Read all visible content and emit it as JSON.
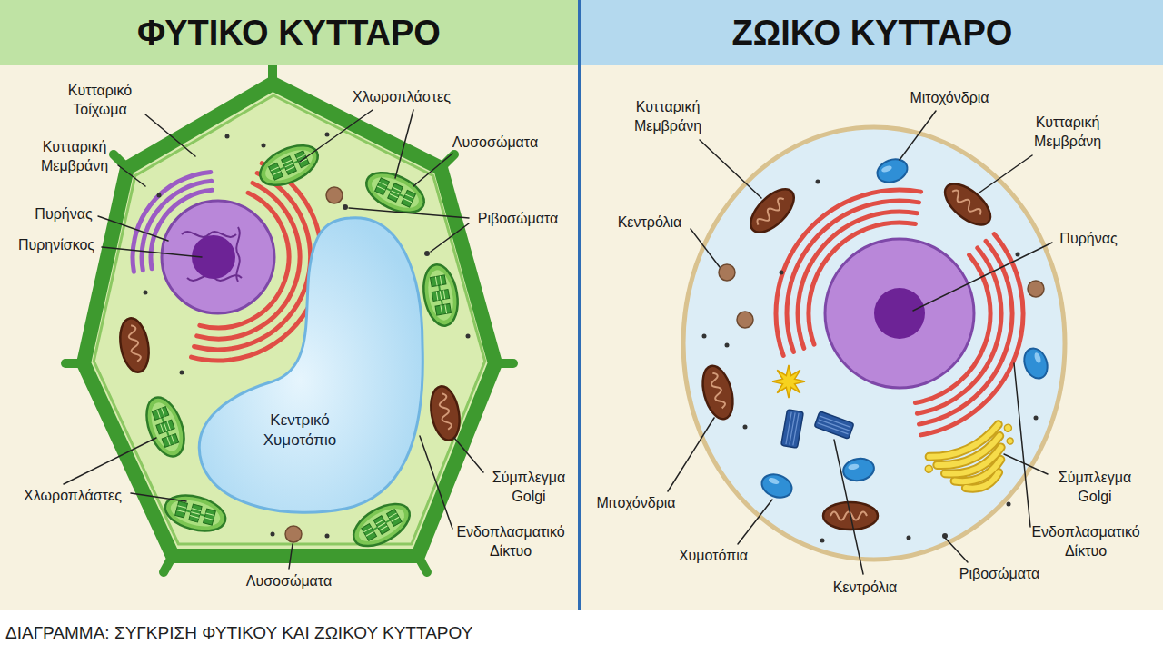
{
  "diagram": {
    "caption": "ΔΙΑΓΡΑΜΜΑ: ΣΥΓΚΡΙΣΗ ΦΥΤΙΚΟΥ ΚΑΙ ΖΩΙΚΟΥ ΚΥΤΤΑΡΟΥ",
    "nodes": [
      {
        "text": [
          "ΦΥΤΙΚΟ ΚΥΤΤΑΡΟ"
        ]
      },
      {
        "text": [
          "ΖΩΙΚΟ ΚΥΤΤΑΡΟ"
        ]
      },
      {
        "text": [
          "Κεντρικό Χυμοτόπιο"
        ]
      }
    ],
    "labels": [
      "Κυτταρικό Τοίχωμα",
      "Κυτταρική Μεμβράνη",
      "Πυρήνας",
      "Πυρηνίσκος",
      "Χλωροπλάστες",
      "Λυσοσώματα",
      "Ριβοσώματα",
      "Χλωροπλάστες",
      "Σύμπλεγμα Golgi",
      "Ενδοπλασματικό Δίκτυο",
      "Λυσοσώματα",
      "Κυτταρική Μεμβράνη",
      "Μιτοχόνδρια",
      "Κυτταρική Μεμβράνη",
      "Κεντρόλια",
      "Πυρήνας",
      "Μιτοχόνδρια",
      "Χυμοτόπια",
      "Κεντρόλια",
      "Ριβοσώματα",
      "Σύμπλεγμα Golgi",
      "Ενδοπλασματικό Δίκτυο"
    ]
  }
}
